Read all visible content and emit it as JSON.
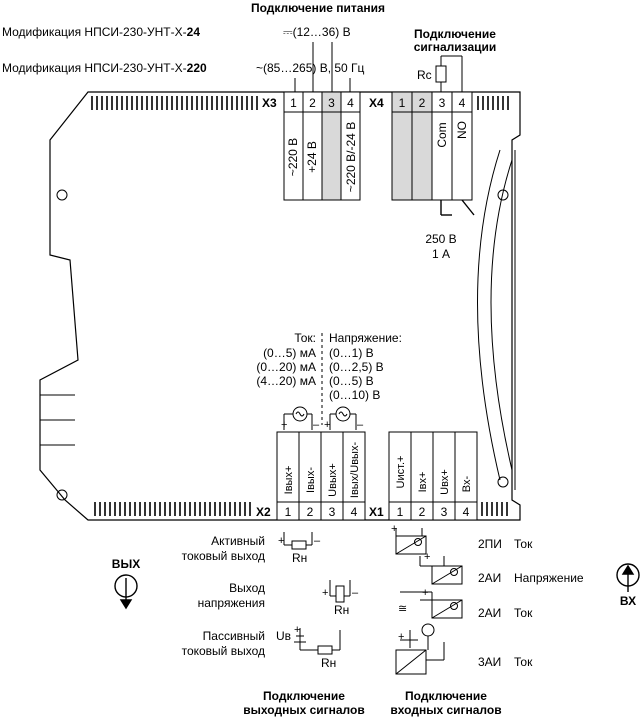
{
  "header": {
    "power_title": "Подключение питания",
    "alarm_title_1": "Подключение",
    "alarm_title_2": "сигнализации",
    "mod1_text": "Модификация НПСИ-230-УНТ-Х-",
    "mod1_bold": "24",
    "mod2_text": "Модификация НПСИ-230-УНТ-Х-",
    "mod2_bold": "220",
    "dc_supply": "⎓(12…36) В",
    "ac_supply": "~(85…265) В, 50 Гц",
    "rc_label": "Rc"
  },
  "terminals": {
    "x3": {
      "name": "X3",
      "numbers": [
        "1",
        "2",
        "3",
        "4"
      ],
      "labels": [
        "~220 В",
        "+24 В",
        "",
        "~220 В/-24 В"
      ]
    },
    "x4": {
      "name": "X4",
      "numbers": [
        "1",
        "2",
        "3",
        "4"
      ],
      "labels": [
        "",
        "",
        "Com",
        "NO"
      ]
    },
    "x2": {
      "name": "X2",
      "numbers": [
        "1",
        "2",
        "3",
        "4"
      ],
      "labels": [
        "Iвых+",
        "Iвых-",
        "Uвых+",
        "Iвых/Uвых-"
      ]
    },
    "x1": {
      "name": "X1",
      "numbers": [
        "1",
        "2",
        "3",
        "4"
      ],
      "labels": [
        "Uист.+",
        "Iвх+",
        "Uвх+",
        "Вх-"
      ]
    }
  },
  "relay_rating": {
    "line1": "250 В",
    "line2": "1 А"
  },
  "ranges": {
    "current_title": "Ток:",
    "current_items": [
      "(0…5) мА",
      "(0…20) мА",
      "(4…20) мА"
    ],
    "voltage_title": "Напряжение:",
    "voltage_items": [
      "(0…1) В",
      "(0…2,5) В",
      "(0…5) В",
      "(0…10) В"
    ]
  },
  "outputs": {
    "active_1": "Активный",
    "active_2": "токовый выход",
    "voltage_1": "Выход",
    "voltage_2": "напряжения",
    "passive_1": "Пассивный",
    "passive_2": "токовый выход",
    "rn": "Rн",
    "ub": "Uв",
    "caption_1": "Подключение",
    "caption_2": "выходных сигналов"
  },
  "inputs": {
    "rows": [
      {
        "code": "2ПИ",
        "kind": "Ток"
      },
      {
        "code": "2АИ",
        "kind": "Напряжение"
      },
      {
        "code": "2АИ",
        "kind": "Ток"
      },
      {
        "code": "3АИ",
        "kind": "Ток"
      }
    ],
    "caption_1": "Подключение",
    "caption_2": "входных сигналов"
  },
  "side_labels": {
    "out": "ВЫХ",
    "in": "ВХ"
  },
  "colors": {
    "line": "#000000",
    "fill": "#ffffff",
    "shade": "#d9d9d9"
  }
}
